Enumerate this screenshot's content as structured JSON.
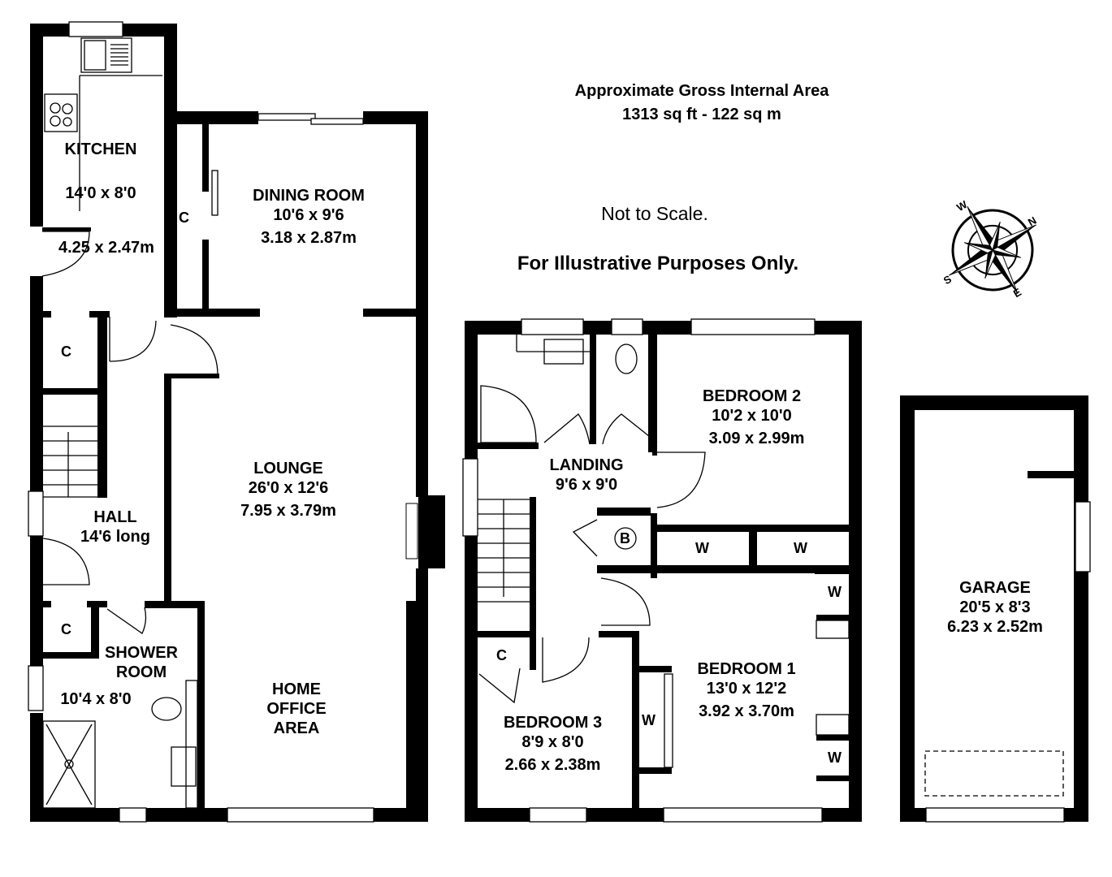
{
  "header": {
    "area_title": "Approximate Gross Internal Area",
    "area_value": "1313 sq ft - 122 sq m",
    "scale_note": "Not to Scale.",
    "purpose_note": "For Illustrative Purposes Only."
  },
  "compass": {
    "icon": "compass-rose-icon",
    "labels": {
      "n": "N",
      "e": "E",
      "s": "S",
      "w": "W"
    }
  },
  "ground_floor": {
    "rooms": [
      {
        "id": "kitchen",
        "name": "KITCHEN",
        "imperial": "14'0 x 8'0",
        "metric": "4.25 x 2.47m"
      },
      {
        "id": "dining",
        "name": "DINING ROOM",
        "imperial": "10'6 x 9'6",
        "metric": "3.18 x 2.87m"
      },
      {
        "id": "lounge",
        "name": "LOUNGE",
        "imperial": "26'0 x 12'6",
        "metric": "7.95 x 3.79m"
      },
      {
        "id": "hall",
        "name": "HALL",
        "imperial": "14'6 long"
      },
      {
        "id": "shower",
        "name": "SHOWER",
        "name2": "ROOM",
        "imperial": "10'4 x 8'0"
      },
      {
        "id": "office",
        "name": "HOME",
        "name2": "OFFICE",
        "name3": "AREA"
      }
    ],
    "cupboards": [
      "C",
      "C",
      "C"
    ]
  },
  "first_floor": {
    "rooms": [
      {
        "id": "bedroom2",
        "name": "BEDROOM 2",
        "imperial": "10'2 x 10'0",
        "metric": "3.09 x 2.99m"
      },
      {
        "id": "landing",
        "name": "LANDING",
        "imperial": "9'6 x 9'0"
      },
      {
        "id": "bedroom1",
        "name": "BEDROOM 1",
        "imperial": "13'0 x 12'2",
        "metric": "3.92 x 3.70m"
      },
      {
        "id": "bedroom3",
        "name": "BEDROOM 3",
        "imperial": "8'9 x 8'0",
        "metric": "2.66 x 2.38m"
      }
    ],
    "boiler": "B",
    "cupboard": "C",
    "wardrobes": [
      "W",
      "W",
      "W",
      "W",
      "W"
    ]
  },
  "garage": {
    "name": "GARAGE",
    "imperial": "20'5 x 8'3",
    "metric": "6.23 x 2.52m"
  }
}
